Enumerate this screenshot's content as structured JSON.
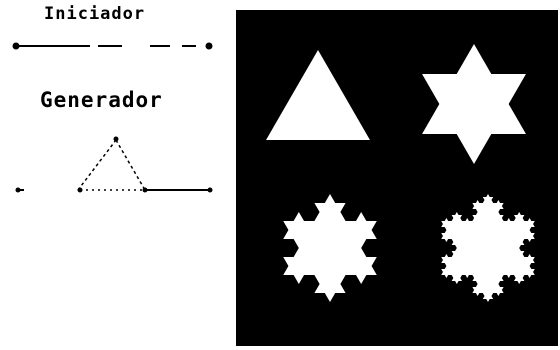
{
  "initiator": {
    "title": "Iniciador"
  },
  "generator": {
    "title": "Generador"
  },
  "stages": [
    {
      "name": "triangle",
      "iteration": 0
    },
    {
      "name": "star",
      "iteration": 1
    },
    {
      "name": "snowflake-2",
      "iteration": 2
    },
    {
      "name": "snowflake-3",
      "iteration": 3
    }
  ],
  "colors": {
    "panel_bg": "#000000",
    "shape_fill": "#ffffff",
    "ink": "#000000"
  }
}
